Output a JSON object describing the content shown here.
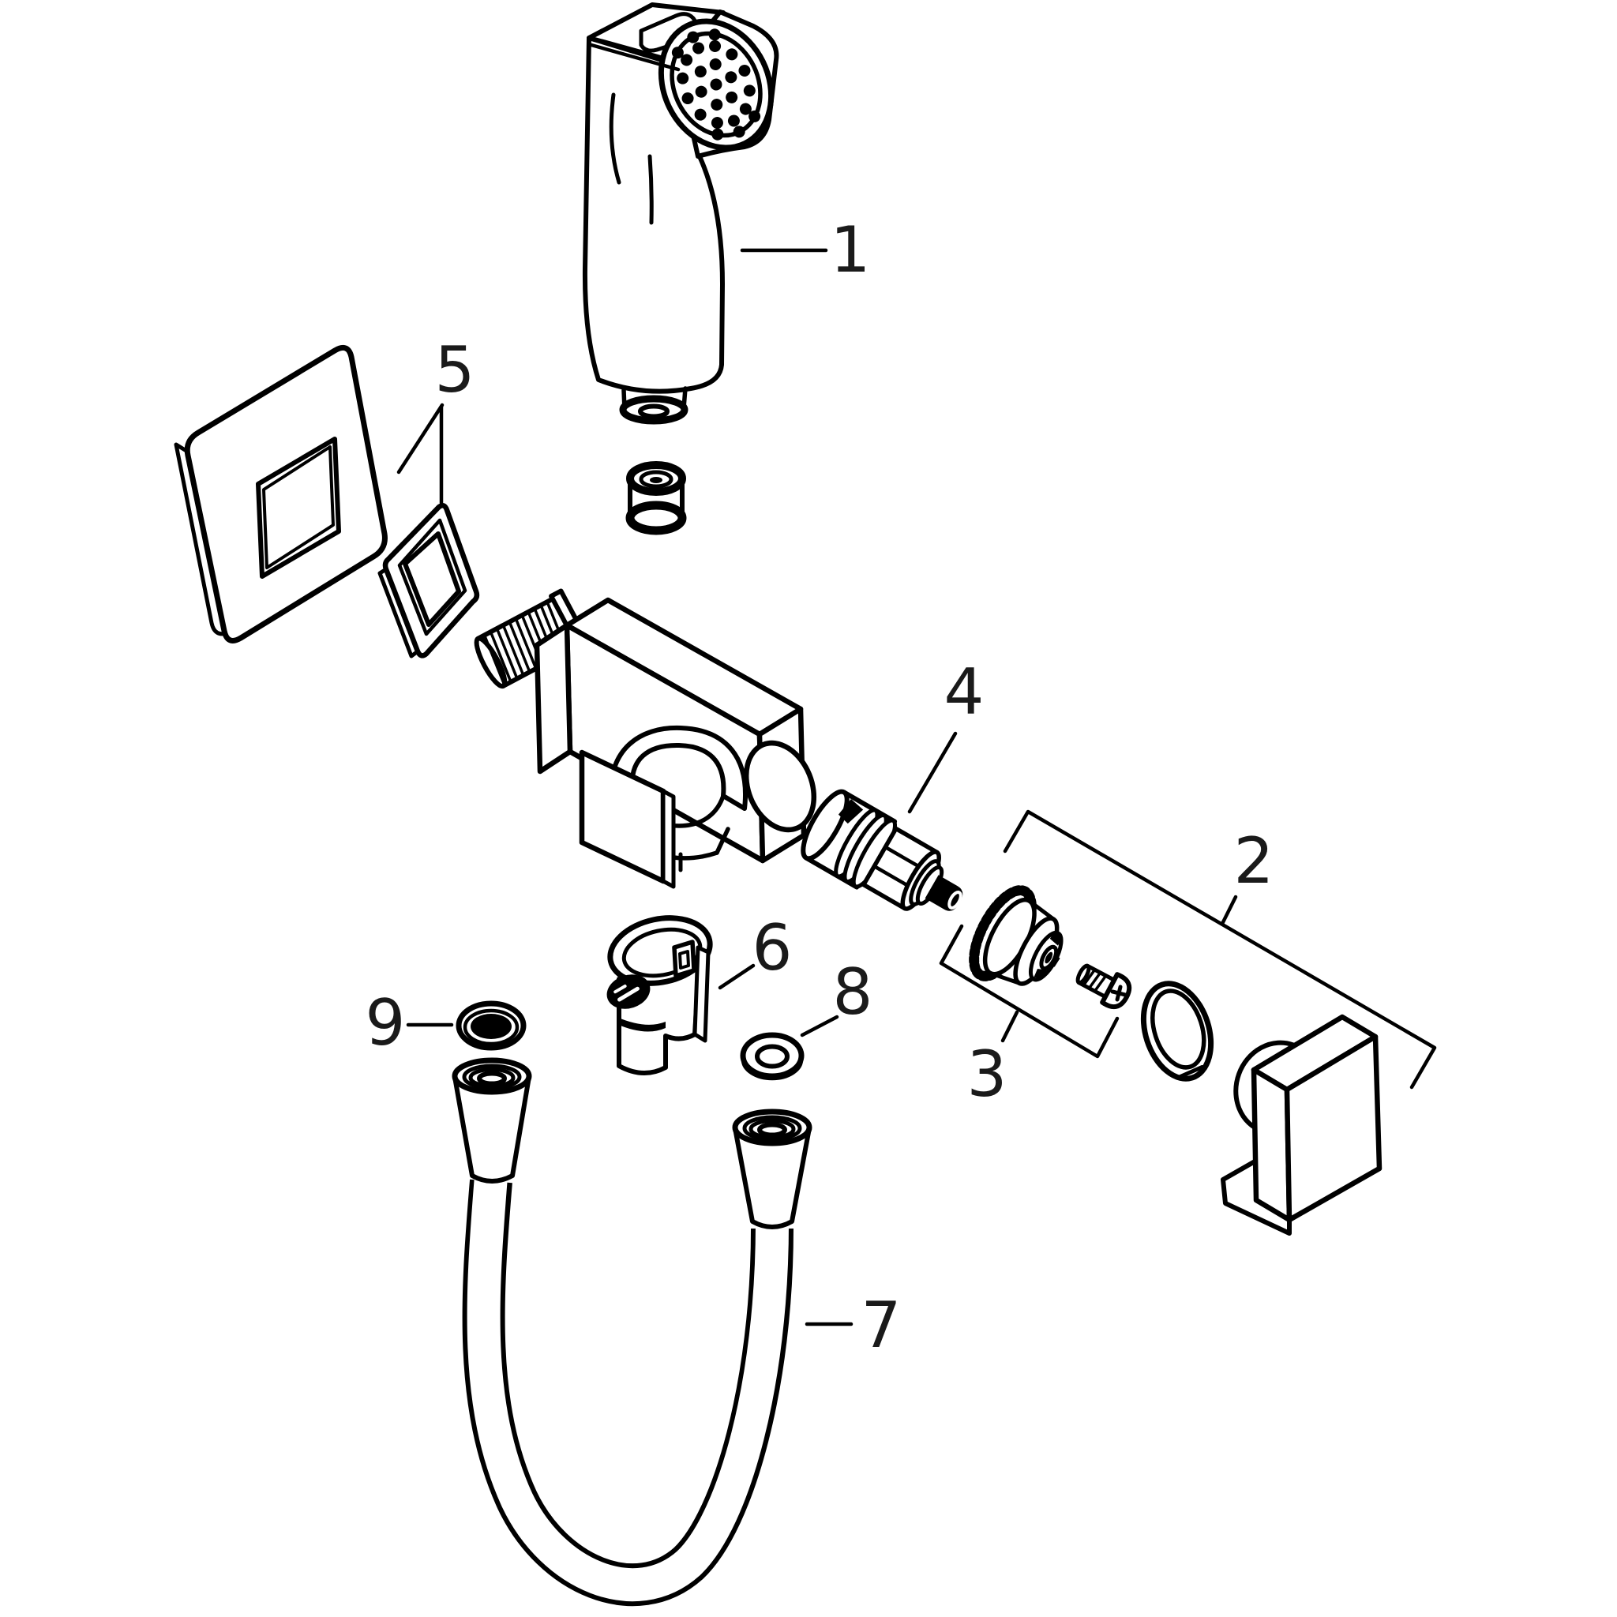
{
  "diagram": {
    "background_color": "#ffffff",
    "line_color": "#000000",
    "label_color": "#1a1a1a",
    "callouts": [
      {
        "label": "1"
      },
      {
        "label": "2"
      },
      {
        "label": "3"
      },
      {
        "label": "4"
      },
      {
        "label": "5"
      },
      {
        "label": "6"
      },
      {
        "label": "7"
      },
      {
        "label": "8"
      },
      {
        "label": "9"
      }
    ]
  }
}
